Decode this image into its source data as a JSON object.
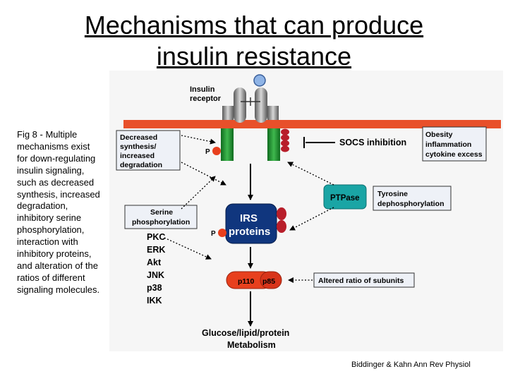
{
  "slide": {
    "title_line1": "Mechanisms that can produce",
    "title_line2": "insulin resistance",
    "caption": "Fig 8 - Multiple mechanisms exist for down-regulating insulin signaling, such as decreased synthesis, increased degradation, inhibitory serine phosphorylation, interaction with inhibitory proteins, and alteration of the ratios of different signaling molecules.",
    "credit": "Biddinger & Kahn Ann Rev Physiol"
  },
  "diagram": {
    "receptor_label_1": "Insulin",
    "receptor_label_2": "receptor",
    "decreased_1": "Decreased",
    "decreased_2": "synthesis/",
    "decreased_3": "increased",
    "decreased_4": "degradation",
    "socs": "SOCS inhibition",
    "obesity_1": "Obesity",
    "obesity_2": "inflammation",
    "obesity_3": "cytokine excess",
    "phospho_p": "P",
    "ptpase": "PTPase",
    "tyrosine_1": "Tyrosine",
    "tyrosine_2": "dephosphorylation",
    "serine_1": "Serine",
    "serine_2": "phosphorylation",
    "irs_1": "IRS",
    "irs_2": "proteins",
    "kinases": [
      "PKC",
      "ERK",
      "Akt",
      "JNK",
      "p38",
      "IKK"
    ],
    "p110": "p110",
    "p85": "p85",
    "altered": "Altered ratio of subunits",
    "glucose_1": "Glucose/lipid/protein",
    "glucose_2": "Metabolism"
  },
  "colors": {
    "membrane": "#e8502a",
    "receptor_green": "#1e8a2c",
    "socs_red": "#b81e2a",
    "irs_blue": "#10367e",
    "ptpase_teal": "#1aa5a5",
    "pi3k_red": "#e8401e",
    "label_box_bg": "#eef1f7"
  }
}
